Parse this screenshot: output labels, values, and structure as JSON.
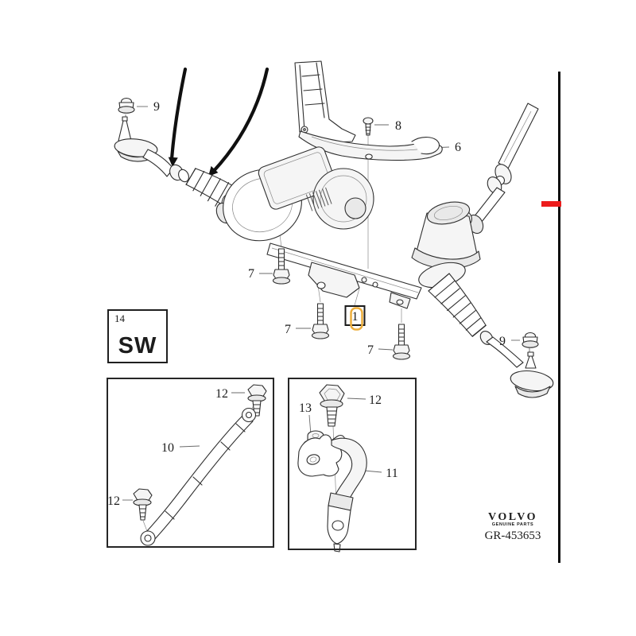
{
  "diagram": {
    "callouts": {
      "tie_rod_nut_left": "9",
      "shield_screw": "8",
      "heat_shield": "6",
      "mount_bolt_left": "7",
      "mount_bolt_mid": "7",
      "mount_bolt_right": "7",
      "steering_gear": "1",
      "tie_rod_nut_right": "9"
    },
    "sw_box": {
      "number": "14",
      "code": "SW"
    },
    "inset_brace": {
      "bolt_top": "12",
      "brace": "10",
      "bolt_bottom": "12"
    },
    "inset_bracket": {
      "nut": "13",
      "bolt": "12",
      "bracket": "11"
    },
    "footer": {
      "brand": "VOLVO",
      "brand_subtitle": "GENUINE PARTS",
      "drawing_number": "GR-453653"
    },
    "colors": {
      "highlight_box": "#edae3c",
      "marker_red": "#ed1c1c",
      "ink": "#2e2e2e"
    }
  }
}
